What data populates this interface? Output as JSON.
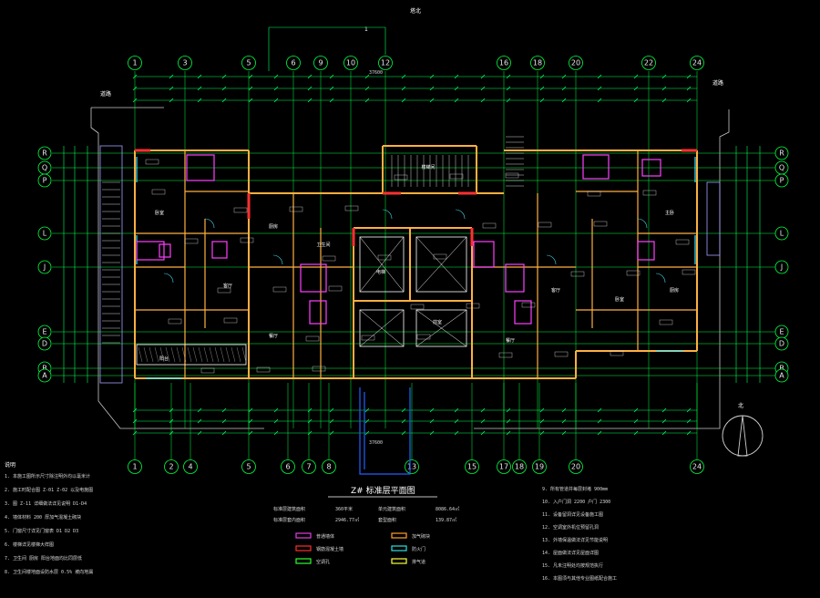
{
  "sheet": {
    "top_label": "塔北",
    "top_marker": "1",
    "road_left": "道路",
    "road_right": "道路",
    "north_label": "北",
    "overall_dim_top": "37600",
    "overall_dim_bottom": "37600"
  },
  "plan_title": "Z# 标准层平面图",
  "area_table": {
    "rows": [
      {
        "label": "标准层建筑面积",
        "value": "360平米"
      },
      {
        "label": "单元建筑面积",
        "value": "8086.64㎡"
      },
      {
        "label": "标准层套内面积",
        "value": "2946.77㎡"
      },
      {
        "label": "套型面积",
        "value": "139.87㎡"
      }
    ]
  },
  "axes": {
    "top": [
      "1",
      "3",
      "5",
      "6",
      "9",
      "10",
      "12",
      "16",
      "18",
      "20",
      "22",
      "24"
    ],
    "bottom": [
      "1",
      "2",
      "4",
      "5",
      "6",
      "7",
      "8",
      "13",
      "15",
      "17",
      "18",
      "19",
      "20",
      "24"
    ],
    "left": [
      "R",
      "Q",
      "P",
      "L",
      "J",
      "E",
      "D",
      "B",
      "A"
    ],
    "right": [
      "R",
      "Q",
      "P",
      "L",
      "J",
      "E",
      "D",
      "B",
      "A"
    ]
  },
  "rooms": [
    "卧室",
    "客厅",
    "厨房",
    "卫生间",
    "餐厅",
    "阳台",
    "主卧",
    "电梯",
    "前室",
    "楼梯间"
  ],
  "notes_title": "说明",
  "notes_left": [
    "1. 本施工图所示尺寸除注明外均以毫米计",
    "2. 施工时配合图 Z-01 Z-02 以及电施图",
    "3. 图 Z-11 详细做法详见说明 D1-D4",
    "4. 墙体材料 200 厚加气混凝土砌块",
    "5. 门窗尺寸详见门窗表 D1 D2 D3",
    "6. 楼梯详见楼梯大样图",
    "7. 卫生间 厨房 阳台地面均比同层低",
    "8. 卫生间楼地面设防水层 0.5% 坡向地漏"
  ],
  "notes_right": [
    "9. 所有管道井每层封堵 900mm",
    "10. 入户门洞 2200 户门 2300",
    "11. 设备留洞详见设备施工图",
    "12. 空调室外机位预留孔洞",
    "13. 外墙保温做法详见节能说明",
    "14. 屋面做法详见屋面详图",
    "15. 凡未注明处均按规范执行",
    "16. 本图须与其他专业图纸配合施工"
  ],
  "legend": [
    {
      "label": "普通墙体",
      "color": "#e040e0"
    },
    {
      "label": "加气砌块",
      "color": "#ffa030"
    },
    {
      "label": "钢筋混凝土墙",
      "color": "#ff3030"
    },
    {
      "label": "防火门",
      "color": "#30e0e0"
    },
    {
      "label": "空调孔",
      "color": "#30ff30"
    },
    {
      "label": "排气道",
      "color": "#ffff40"
    }
  ],
  "colors": {
    "grid": "#00ff40",
    "dims": "#00ff60",
    "walls": "#ffb040",
    "shear": "#ff3030",
    "magenta": "#ff40ff",
    "cyan": "#40e8ff",
    "blue": "#2060ff",
    "white": "#ffffff"
  }
}
